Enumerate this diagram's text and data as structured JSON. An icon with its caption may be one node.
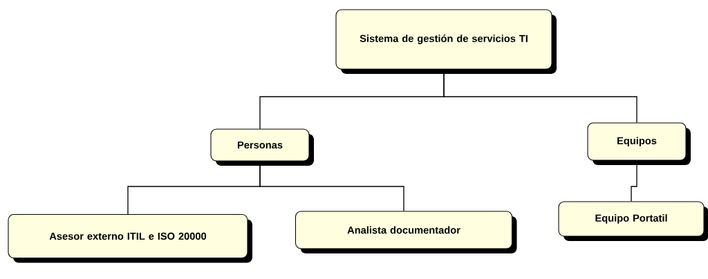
{
  "diagram": {
    "nodes": [
      {
        "text": [
          "Sistema de gestión de servicios TI"
        ]
      },
      {
        "text": [
          "Personas"
        ]
      },
      {
        "text": [
          "Equipos"
        ]
      },
      {
        "text": [
          "Asesor externo ITIL e ISO 20000"
        ]
      },
      {
        "text": [
          "Analista documentador"
        ]
      },
      {
        "text": [
          "Equipo Portatil"
        ]
      }
    ],
    "edges": [
      {
        "from": 0,
        "to": 1,
        "arrow": "none"
      },
      {
        "from": 0,
        "to": 2,
        "arrow": "none"
      },
      {
        "from": 1,
        "to": 3,
        "arrow": "none"
      },
      {
        "from": 1,
        "to": 4,
        "arrow": "none"
      },
      {
        "from": 2,
        "to": 5,
        "arrow": "none"
      }
    ]
  }
}
